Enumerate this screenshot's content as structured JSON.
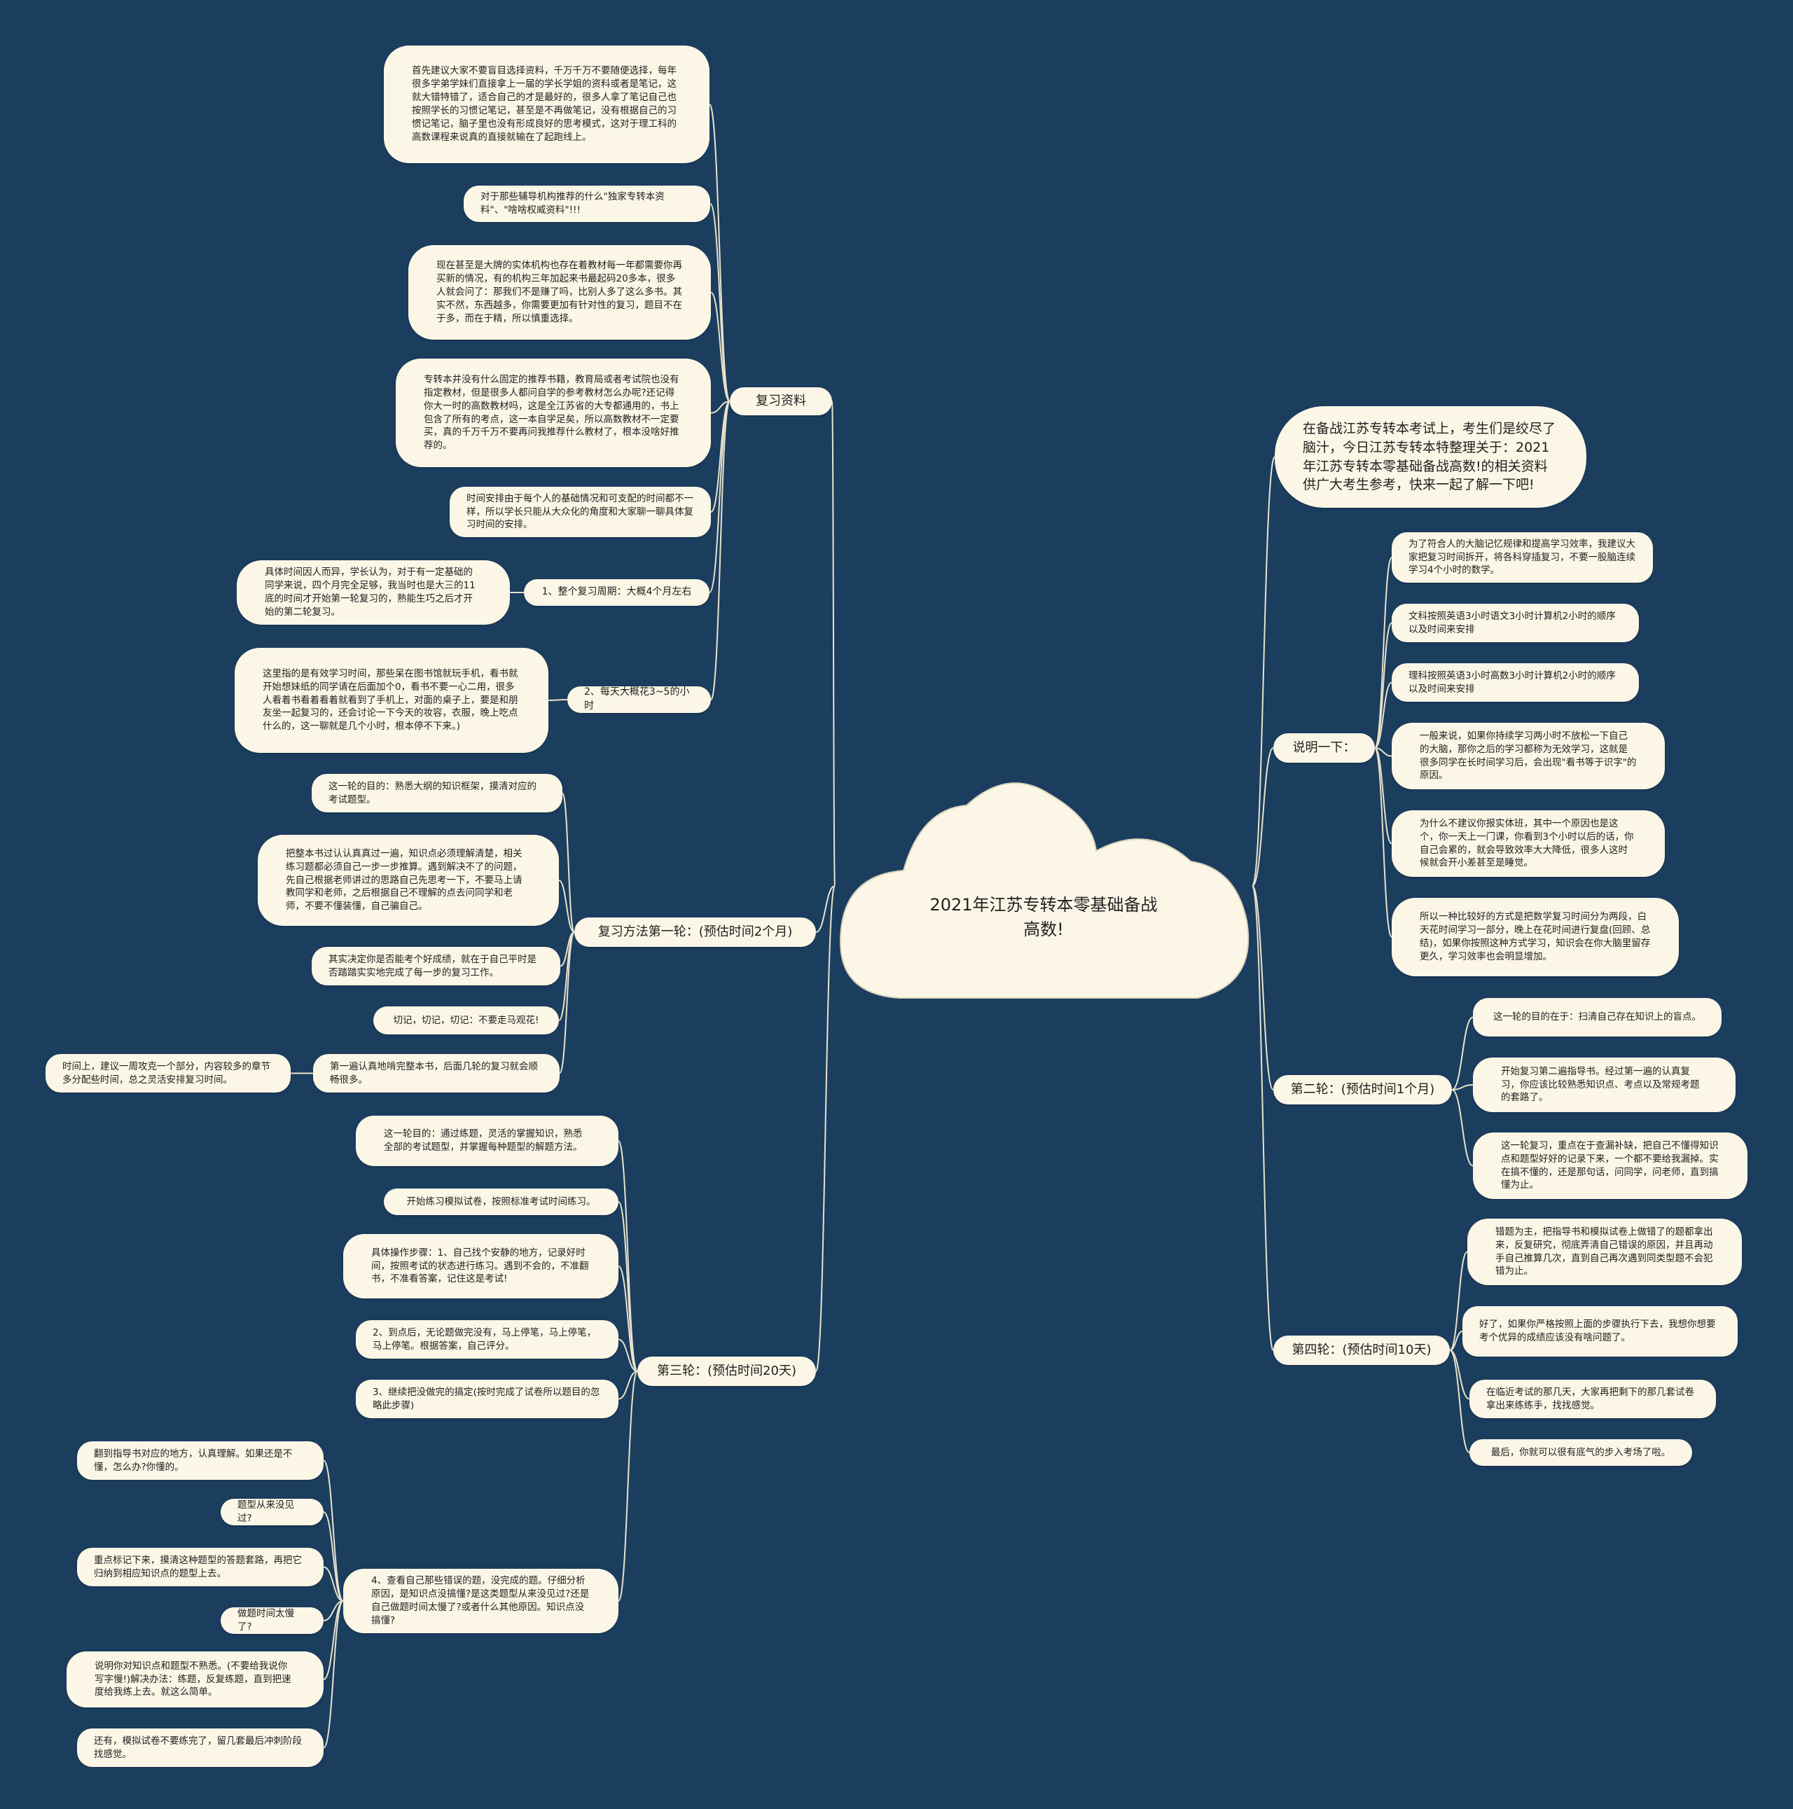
{
  "colors": {
    "background": "#1b3d5e",
    "node_fill": "#fbf6e6",
    "line": "#e8e2cc"
  },
  "root": {
    "title": "2021年江苏专转本零基础备战高数!"
  },
  "intro": "在备战江苏专转本考试上，考生们是绞尽了脑汁，今日江苏专转本特整理关于：2021年江苏专转本零基础备战高数!的相关资料供广大考生参考，快来一起了解一下吧!",
  "branches": [
    {
      "label": "复习资料",
      "items": [
        "首先建议大家不要盲目选择资料，千万千万不要随便选择，每年很多学弟学妹们直接拿上一届的学长学姐的资料或者是笔记，这就大错特错了，适合自己的才是最好的，很多人拿了笔记自己也按照学长的习惯记笔记，甚至是不再做笔记，没有根据自己的习惯记笔记，脑子里也没有形成良好的思考模式，这对于理工科的高数课程来说真的直接就输在了起跑线上。",
        "对于那些辅导机构推荐的什么\"独家专转本资料\"、\"啥啥权威资料\"!!!",
        "现在甚至是大牌的实体机构也存在着教材每一年都需要你再买新的情况，有的机构三年加起来书最起码20多本，很多人就会问了：那我们不是赚了吗，比别人多了这么多书。其实不然，东西越多，你需要更加有针对性的复习，题目不在于多，而在于精，所以慎重选择。",
        "专转本并没有什么固定的推荐书籍，教育局或者考试院也没有指定教材，但是很多人都问自学的参考教材怎么办呢?还记得你大一时的高数教材吗，这是全江苏省的大专都通用的，书上包含了所有的考点，这一本自学足矣，所以高数教材不一定要买，真的千万千万不要再问我推荐什么教材了，根本没啥好推荐的。",
        "时间安排由于每个人的基础情况和可支配的时间都不一样，所以学长只能从大众化的角度和大家聊一聊具体复习时间的安排。"
      ],
      "subs": [
        {
          "label": "1、整个复习周期：大概4个月左右",
          "note": "具体时间因人而异，学长认为，对于有一定基础的同学来说，四个月完全足够，我当时也是大三的11底的时间才开始第一轮复习的，熟能生巧之后才开始的第二轮复习。"
        },
        {
          "label": "2、每天大概花3~5的小时",
          "note": "这里指的是有效学习时间，那些呆在图书馆就玩手机，看书就开始想妹纸的同学请在后面加个0，看书不要一心二用，很多人看着书看着看着就看到了手机上，对面的桌子上，要是和朋友坐一起复习的，还会讨论一下今天的妆容，衣服，晚上吃点什么的，这一聊就是几个小时，根本停不下来。)"
        }
      ]
    },
    {
      "label": "复习方法第一轮：(预估时间2个月)",
      "items": [
        "这一轮的目的：熟悉大纲的知识框架，摸清对应的考试题型。",
        "把整本书过认认真真过一遍，知识点必须理解清楚，相关练习题都必须自己一步一步推算。遇到解决不了的问题，先自己根据老师讲过的思路自己先思考一下，不要马上请教同学和老师，之后根据自己不理解的点去问同学和老师，不要不懂装懂，自己骗自己。",
        "其实决定你是否能考个好成绩，就在于自己平时是否踏踏实实地完成了每一步的复习工作。",
        "切记，切记，切记：不要走马观花!"
      ],
      "sub": {
        "label": "第一遍认真地啃完整本书，后面几轮的复习就会顺畅很多。",
        "note": "时间上，建议一周攻克一个部分，内容较多的章节多分配些时间，总之灵活安排复习时间。"
      }
    },
    {
      "label": "第三轮：(预估时间20天)",
      "items": [
        "这一轮目的：通过练题，灵活的掌握知识，熟悉全部的考试题型，并掌握每种题型的解题方法。",
        "开始练习模拟试卷，按照标准考试时间练习。",
        "具体操作步骤：1、自己找个安静的地方，记录好时间，按照考试的状态进行练习。遇到不会的，不准翻书，不准看答案，记住这是考试!",
        "2、到点后，无论题做完没有，马上停笔，马上停笔，马上停笔。根据答案，自己评分。",
        "3、继续把没做完的搞定(按时完成了试卷所以题目的忽略此步骤)"
      ],
      "sub": {
        "label": "4、查看自己那些错误的题，没完成的题。仔细分析原因，是知识点没搞懂?是这类题型从来没见过?还是自己做题时间太慢了?或者什么其他原因。知识点没搞懂?",
        "notes": [
          "翻到指导书对应的地方，认真理解。如果还是不懂，怎么办?你懂的。",
          "题型从来没见过?",
          "重点标记下来，摸清这种题型的答题套路，再把它归纳到相应知识点的题型上去。",
          "做题时间太慢了?",
          "说明你对知识点和题型不熟悉。(不要给我说你写字慢!)解决办法：练题，反复练题，直到把速度给我练上去。就这么简单。",
          "还有，模拟试卷不要练完了，留几套最后冲刺阶段找感觉。"
        ]
      }
    },
    {
      "label": "说明一下：",
      "items": [
        "为了符合人的大脑记忆规律和提高学习效率，我建议大家把复习时间拆开，将各科穿插复习，不要一股脑连续学习4个小时的数学。",
        "文科按照英语3小时语文3小时计算机2小时的顺序以及时间来安排",
        "理科按照英语3小时高数3小时计算机2小时的顺序以及时间来安排",
        "一般来说，如果你持续学习两小时不放松一下自己的大脑，那你之后的学习都称为无效学习，这就是很多同学在长时间学习后，会出现\"看书等于识字\"的原因。",
        "为什么不建议你报实体班，其中一个原因也是这个，你一天上一门课，你看到3个小时以后的话，你自己会累的，就会导致效率大大降低，很多人这时候就会开小差甚至是睡觉。",
        "所以一种比较好的方式是把数学复习时间分为两段，白天花时间学习一部分，晚上在花时间进行复盘(回顾、总结)，如果你按照这种方式学习，知识会在你大脑里留存更久，学习效率也会明显增加。"
      ]
    },
    {
      "label": "第二轮：(预估时间1个月)",
      "items": [
        "这一轮的目的在于：扫清自己存在知识上的盲点。",
        "开始复习第二遍指导书。经过第一遍的认真复习，你应该比较熟悉知识点、考点以及常规考题的套路了。",
        "这一轮复习，重点在于查漏补缺，把自己不懂得知识点和题型好好的记录下来，一个都不要给我漏掉。实在搞不懂的，还是那句话，问同学，问老师，直到搞懂为止。"
      ]
    },
    {
      "label": "第四轮：(预估时间10天)",
      "items": [
        "错题为主，把指导书和模拟试卷上做错了的题都拿出来，反复研究，彻底弄清自己错误的原因，并且再动手自己推算几次，直到自己再次遇到同类型题不会犯错为止。",
        "好了，如果你严格按照上面的步骤执行下去，我想你想要考个优异的成绩应该没有啥问题了。",
        "在临近考试的那几天，大家再把剩下的那几套试卷拿出来练练手，找找感觉。",
        "最后，你就可以很有底气的步入考场了啦。"
      ]
    }
  ]
}
